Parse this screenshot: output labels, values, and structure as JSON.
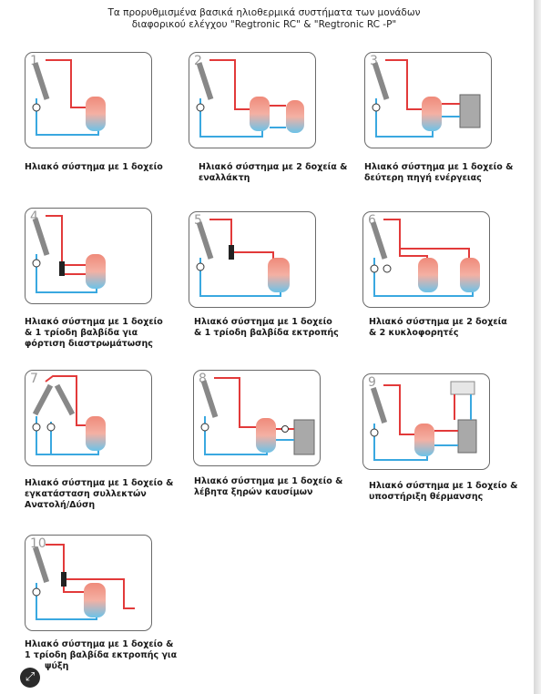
{
  "title_line1": "Τα προρυθμισμένα βασικά ηλιοθερμικά συστήματα των μονάδων",
  "title_line2": "διαφορικού ελέγχου \"Regtronic RC\" & \"Regtronic RC -P\"",
  "systems": [
    {
      "number": "1",
      "caption_lines": [
        "Ηλιακό σύστημα με 1 δοχείο"
      ]
    },
    {
      "number": "2",
      "caption_lines": [
        "Ηλιακό σύστημα με 2 δοχεία &",
        "εναλλάκτη"
      ]
    },
    {
      "number": "3",
      "caption_lines": [
        "Ηλιακό σύστημα με 1 δοχείο &",
        "δεύτερη πηγή ενέργειας"
      ]
    },
    {
      "number": "4",
      "caption_lines": [
        "Ηλιακό σύστημα με 1 δοχείο",
        "& 1 τρίοδη βαλβίδα για",
        "φόρτιση διαστρωμάτωσης"
      ]
    },
    {
      "number": "5",
      "caption_lines": [
        "Ηλιακό σύστημα με 1 δοχείο",
        "& 1 τρίοδη βαλβίδα εκτροπής"
      ]
    },
    {
      "number": "6",
      "caption_lines": [
        "Ηλιακό σύστημα με 2 δοχεία",
        "& 2 κυκλοφορητές"
      ]
    },
    {
      "number": "7",
      "caption_lines": [
        "Ηλιακό σύστημα με 1 δοχείο &",
        "εγκατάσταση συλλεκτών",
        "Ανατολή/Δύση"
      ]
    },
    {
      "number": "8",
      "caption_lines": [
        "Ηλιακό σύστημα με 1 δοχείο &",
        "λέβητα ξηρών καυσίμων"
      ]
    },
    {
      "number": "9",
      "caption_lines": [
        "Ηλιακό σύστημα με 1 δοχείο &",
        "υποστήριξη θέρμανσης"
      ]
    },
    {
      "number": "10",
      "caption_lines": [
        "Ηλιακό σύστημα με 1 δοχείο &",
        "1 τρίοδη βαλβίδα εκτροπής για",
        "ψύξη"
      ]
    }
  ],
  "expand_icon": "⤢",
  "colors": {
    "hot": "#e23a3a",
    "cold": "#3aa8e0",
    "tank_top": "#ef8a7a",
    "tank_bottom": "#6cc2e8"
  }
}
